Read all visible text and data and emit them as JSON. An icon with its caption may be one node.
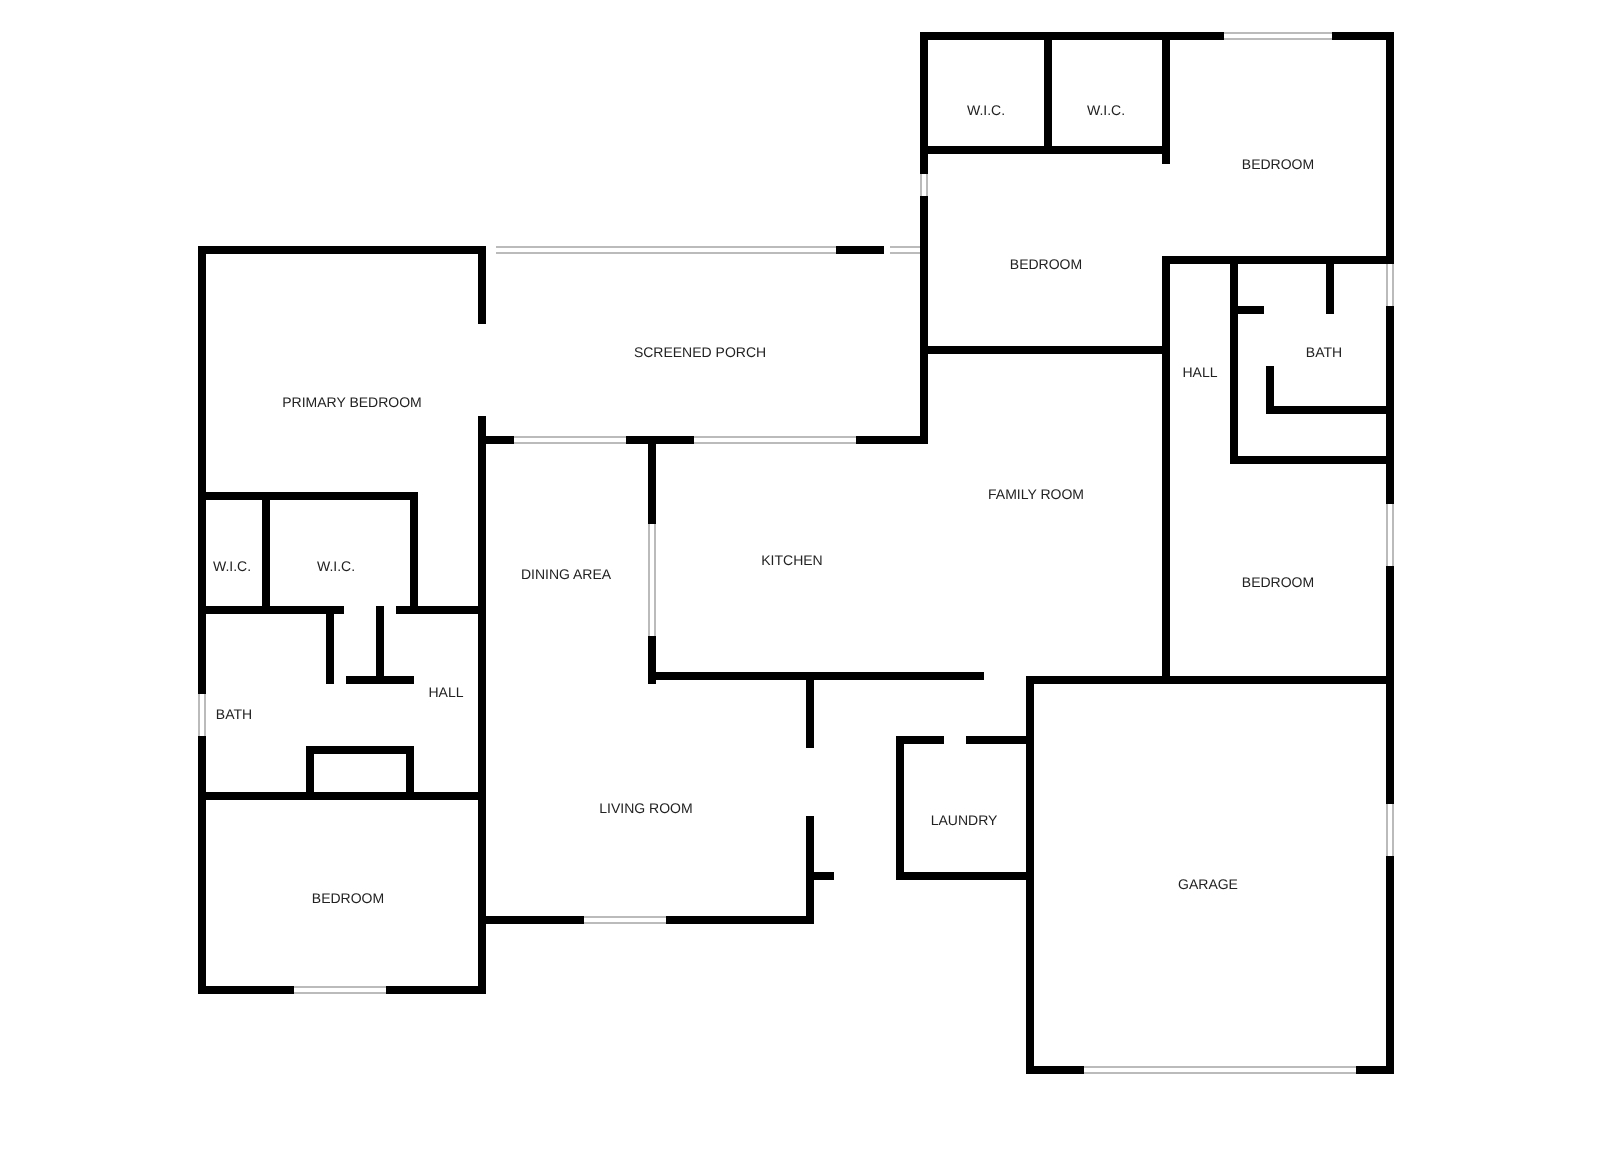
{
  "diagram": {
    "labels": [
      "W.I.C.",
      "W.I.C.",
      "BEDROOM",
      "BEDROOM",
      "SCREENED PORCH",
      "HALL",
      "BATH",
      "PRIMARY BEDROOM",
      "FAMILY ROOM",
      "W.I.C.",
      "W.I.C.",
      "DINING AREA",
      "KITCHEN",
      "BEDROOM",
      "HALL",
      "BATH",
      "LIVING ROOM",
      "LAUNDRY",
      "BEDROOM",
      "GARAGE"
    ]
  }
}
